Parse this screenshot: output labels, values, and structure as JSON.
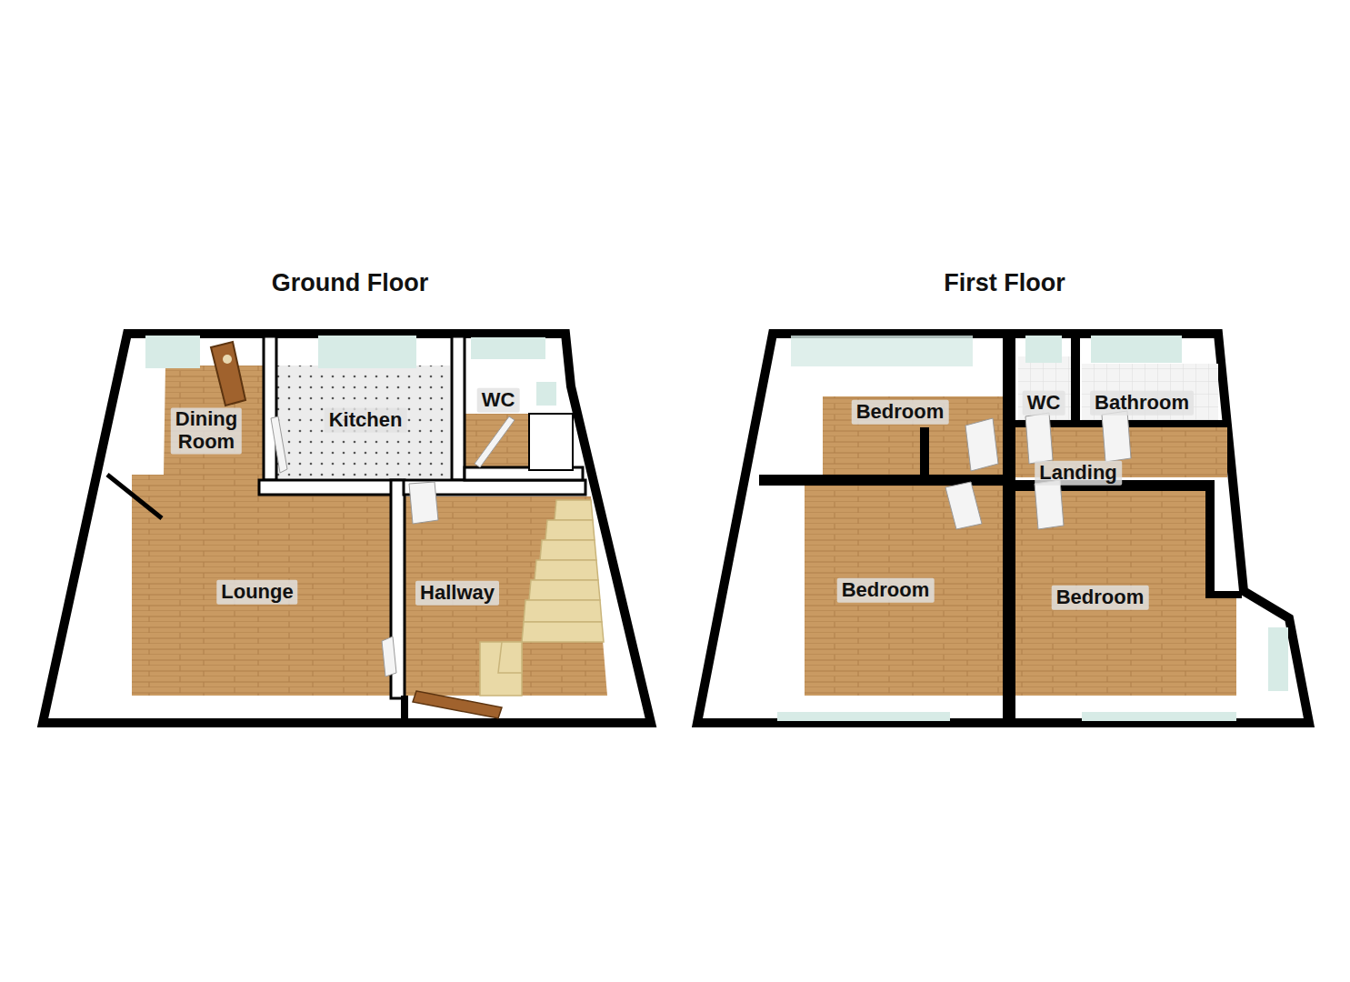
{
  "diagram": {
    "nodes": [
      {
        "text": [
          "Ground Floor"
        ]
      },
      {
        "text": [
          "Dining Room"
        ],
        "in": 0
      },
      {
        "text": [
          "Kitchen"
        ],
        "in": 0
      },
      {
        "text": [
          "WC"
        ],
        "in": 0
      },
      {
        "text": [
          "Lounge"
        ],
        "in": 0
      },
      {
        "text": [
          "Hallway"
        ],
        "in": 0
      },
      {
        "text": [
          "First Floor"
        ]
      },
      {
        "text": [
          "Bedroom"
        ],
        "in": 6
      },
      {
        "text": [
          "WC"
        ],
        "in": 6
      },
      {
        "text": [
          "Bathroom"
        ],
        "in": 6
      },
      {
        "text": [
          "Landing"
        ],
        "in": 6
      },
      {
        "text": [
          "Bedroom"
        ],
        "in": 6
      },
      {
        "text": [
          "Bedroom"
        ],
        "in": 6
      }
    ]
  }
}
